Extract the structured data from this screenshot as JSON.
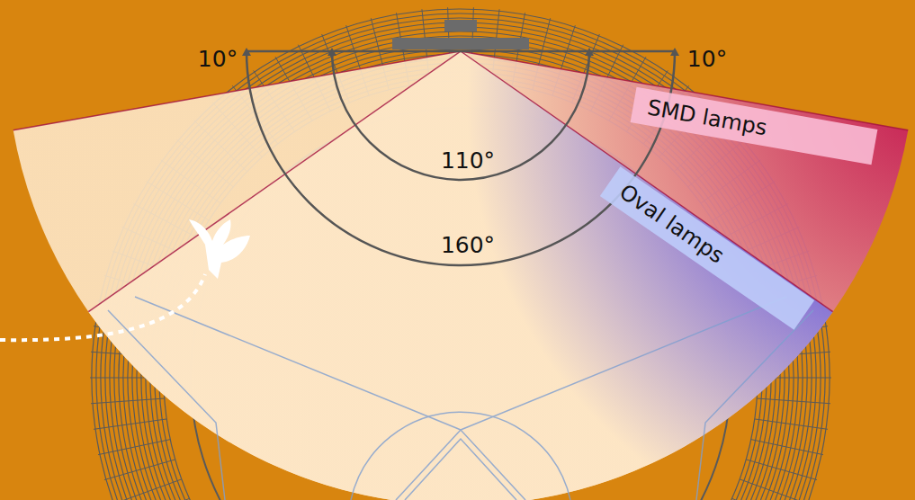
{
  "diagram": {
    "nodes": [
      {
        "text": [
          "SMD lamps"
        ]
      },
      {
        "text": [
          "Oval lamps"
        ]
      }
    ],
    "labels": [
      "10°",
      "10°",
      "110°",
      "160°"
    ]
  }
}
